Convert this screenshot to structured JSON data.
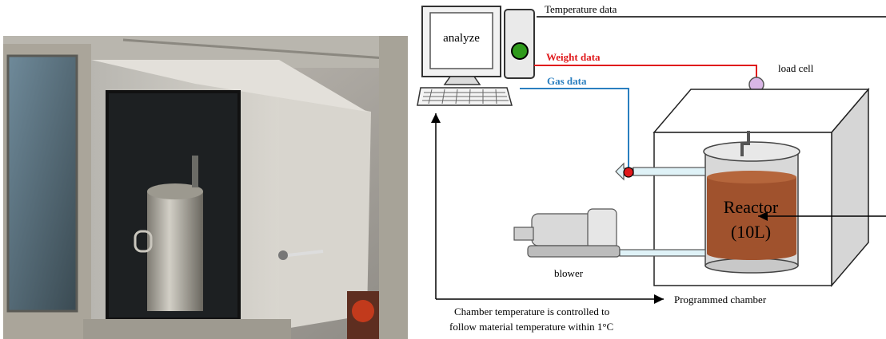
{
  "photo": {
    "description_icon": "photo-of-apparatus"
  },
  "diagram": {
    "computer_label": "analyze",
    "temperature_data": "Temperature data",
    "weight_data": "Weight data",
    "gas_data": "Gas data",
    "load_cell": "load cell",
    "reactor_line1": "Reactor",
    "reactor_line2": "(10L)",
    "blower": "blower",
    "chamber": "Programmed chamber",
    "note_line1": "Chamber temperature is controlled to",
    "note_line2": "follow material temperature within 1°C",
    "colors": {
      "weight_line": "#e0191c",
      "gas_line": "#2a7fc0",
      "reactor_fill": "#a0522d",
      "sensor_green": "#2f9a1c"
    }
  }
}
